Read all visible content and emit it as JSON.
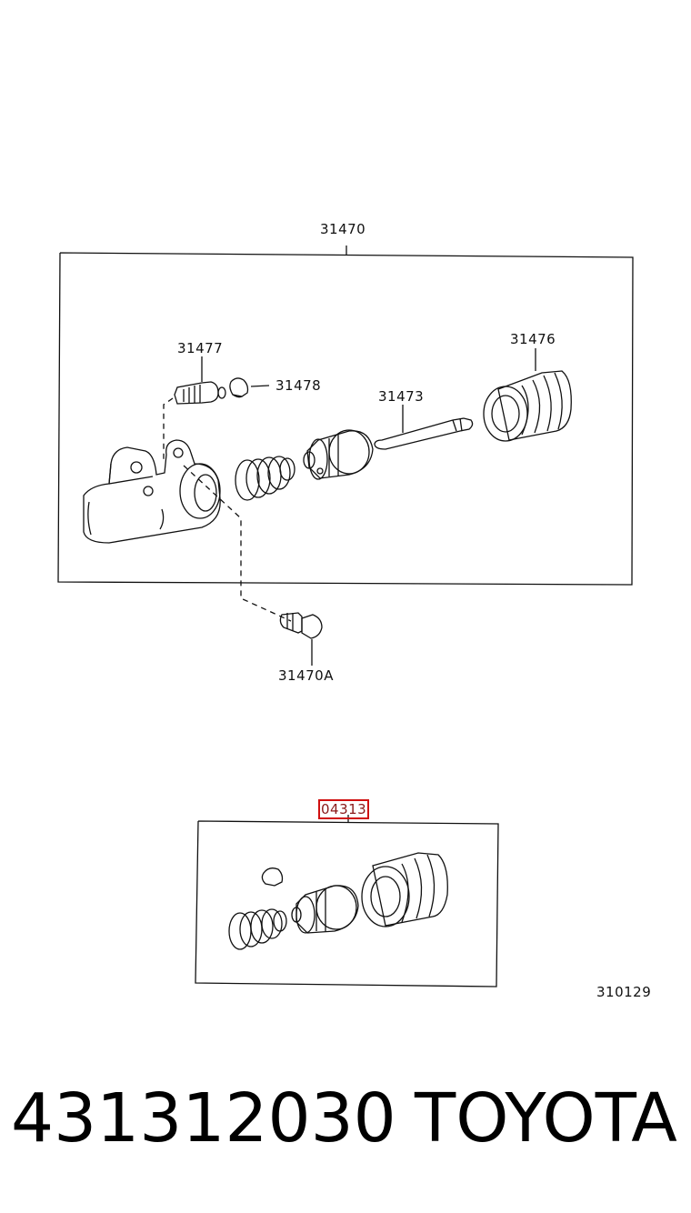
{
  "assembly": {
    "number": "31470",
    "parts": {
      "bleeder_plug": "31477",
      "bleeder_cap": "31478",
      "push_rod": "31473",
      "boot": "31476",
      "bolt": "31470A"
    }
  },
  "kit": {
    "number": "04313"
  },
  "drawing_code": "310129",
  "footer": {
    "part_number": "431312030",
    "brand": "TOYOTA"
  },
  "colors": {
    "highlight_border": "#d01010",
    "line": "#111111"
  }
}
